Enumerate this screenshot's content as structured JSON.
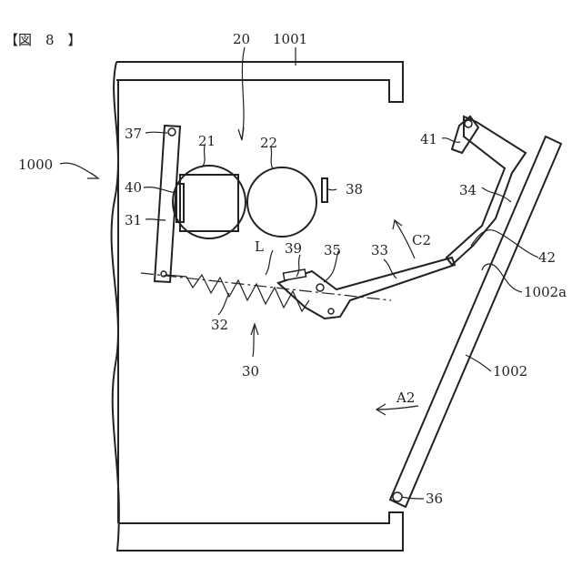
{
  "figure": {
    "label": "【図　8　】"
  },
  "labels": {
    "l20": "20",
    "l1001": "1001",
    "l37": "37",
    "l21": "21",
    "l22": "22",
    "l1000": "1000",
    "l40": "40",
    "l38": "38",
    "l31": "31",
    "l39": "39",
    "l35": "35",
    "l33": "33",
    "lL": "L",
    "l32": "32",
    "l30": "30",
    "l41": "41",
    "l34": "34",
    "lC2": "C2",
    "l42": "42",
    "l1002a": "1002a",
    "l1002": "1002",
    "lA2": "A2",
    "l36": "36"
  }
}
